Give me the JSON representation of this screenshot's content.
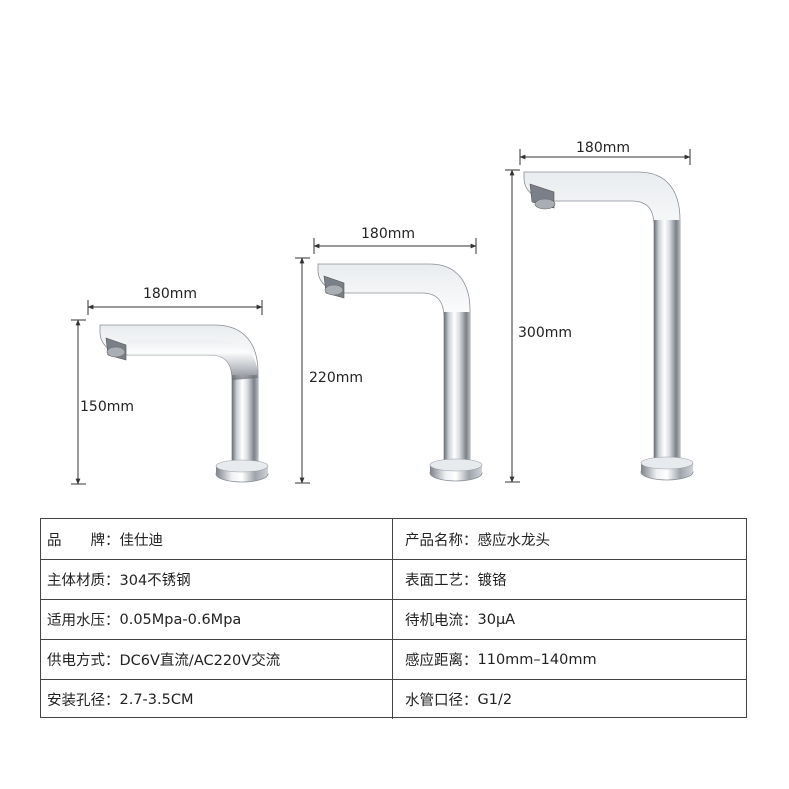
{
  "dimensions": {
    "small": {
      "width_label": "180mm",
      "height_label": "150mm"
    },
    "medium": {
      "width_label": "180mm",
      "height_label": "220mm"
    },
    "tall": {
      "width_label": "180mm",
      "height_label": "300mm"
    }
  },
  "specs": [
    {
      "left_label": "品　　牌：",
      "left_value": "佳仕迪",
      "right_label": "产品名称：",
      "right_value": "感应水龙头"
    },
    {
      "left_label": "主体材质：",
      "left_value": "304不锈钢",
      "right_label": "表面工艺：",
      "right_value": "镀铬"
    },
    {
      "left_label": "适用水压：",
      "left_value": "0.05Mpa-0.6Mpa",
      "right_label": "待机电流：",
      "right_value": "30μA"
    },
    {
      "left_label": "供电方式：",
      "left_value": "DC6V直流/AC220V交流",
      "right_label": "感应距离：",
      "right_value": "110mm–140mm"
    },
    {
      "left_label": "安装孔径：",
      "left_value": "2.7-3.5CM",
      "right_label": "水管口径：",
      "right_value": "G1/2"
    }
  ],
  "colors": {
    "chrome_light": "#f4f6f8",
    "chrome_dark": "#5a5f66",
    "line": "#333333",
    "border": "#444444"
  }
}
